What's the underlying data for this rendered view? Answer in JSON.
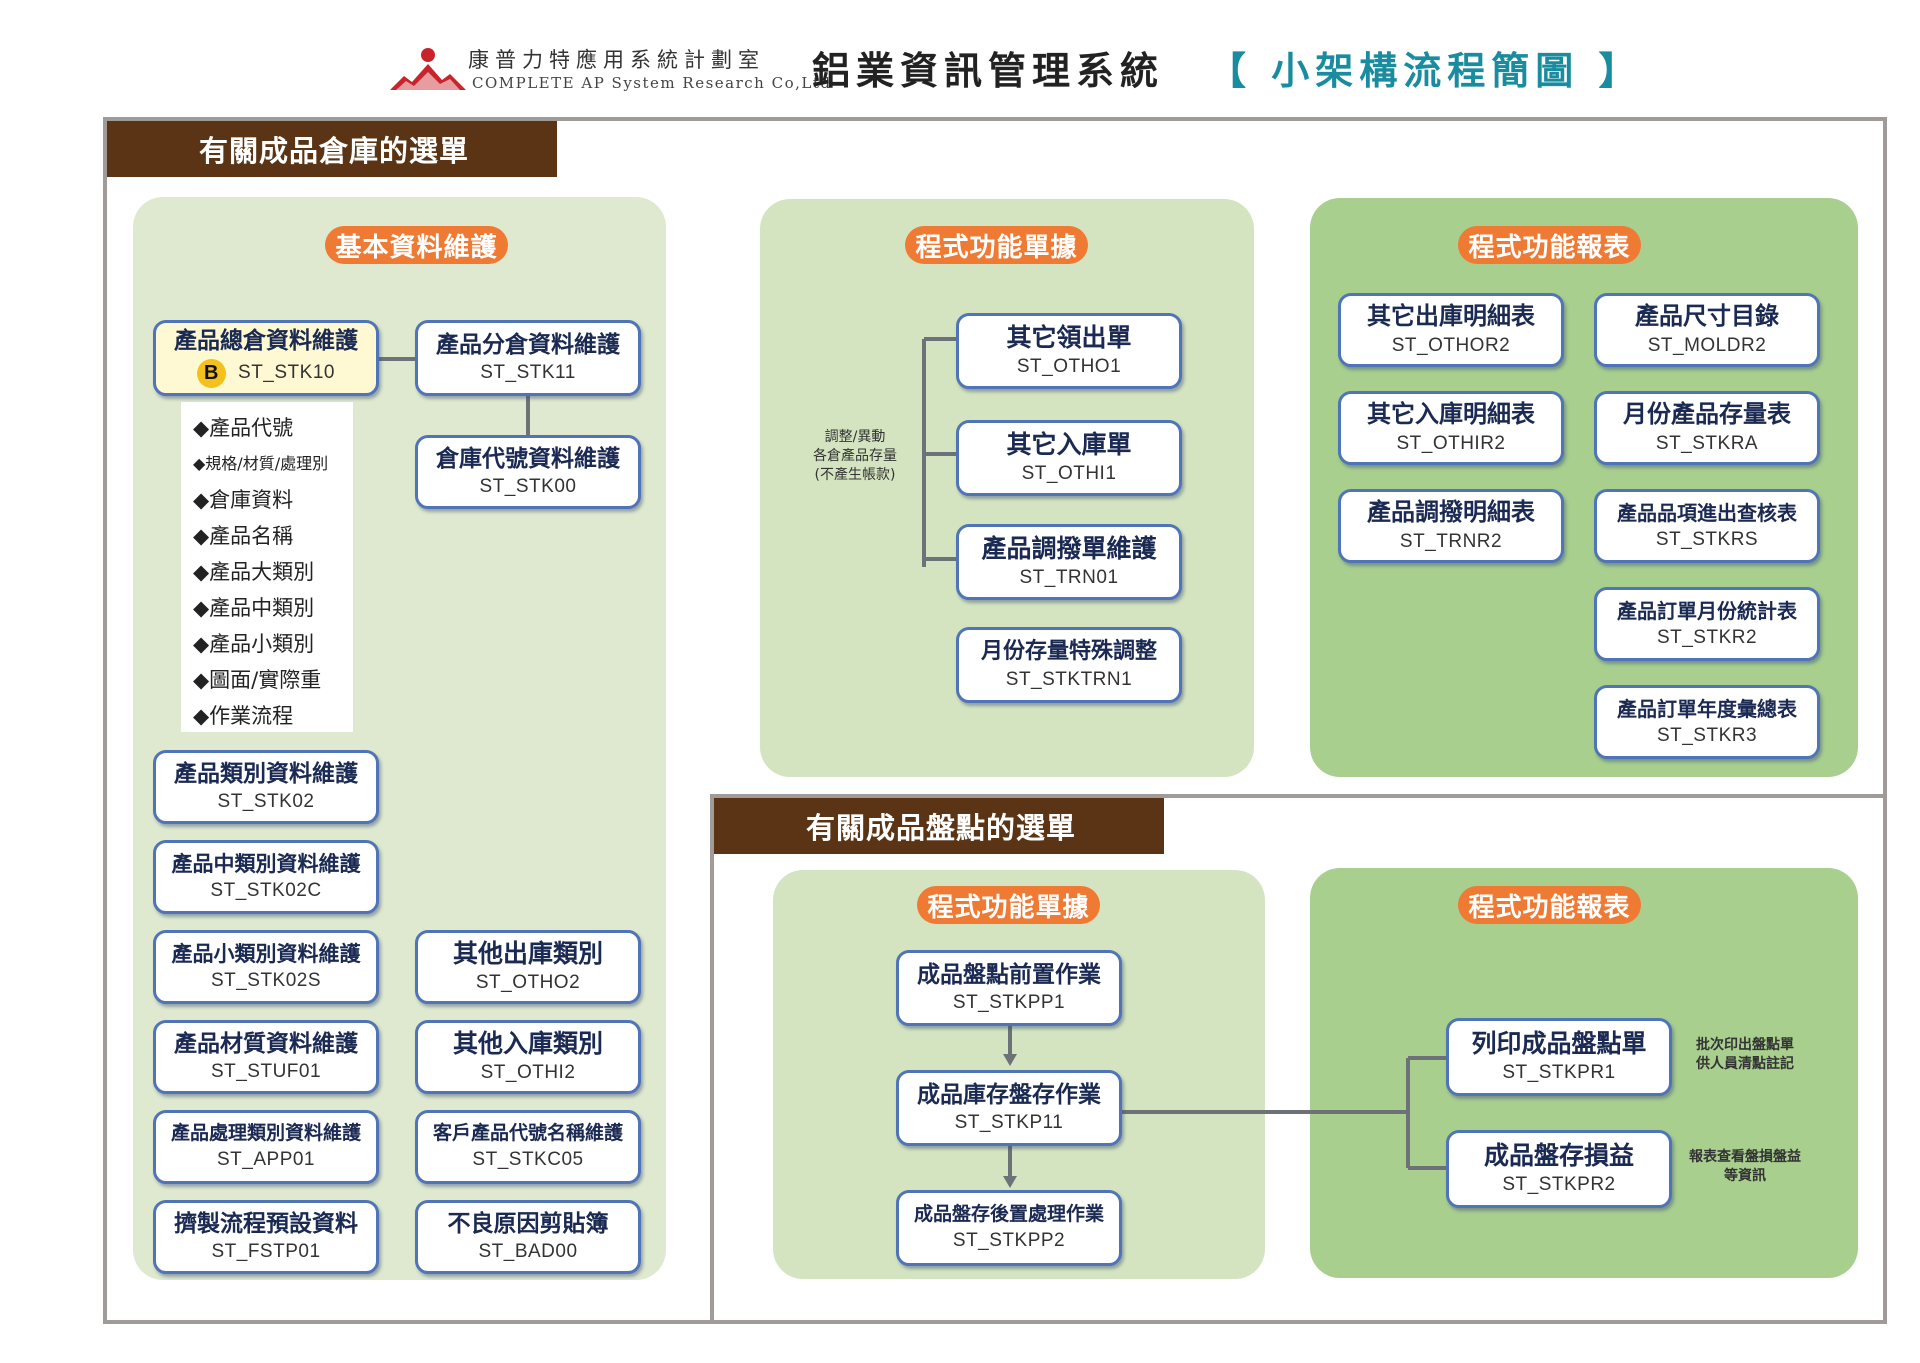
{
  "header": {
    "company_name": "康普力特應用系統計劃室",
    "company_name_en": "COMPLETE AP System Research Co,Ltd",
    "system_name": "鋁業資訊管理系統",
    "diagram_title": "【 小架構流程簡圖 】"
  },
  "colors": {
    "section_title_bg": "#5a3414",
    "pill_bg": "#ef7a34",
    "box_border": "#4f74b7",
    "panel_light": "#dfe9cf",
    "panel_dark": "#a8cf8e",
    "title_accent": "#1a8ca0",
    "logo_red": "#c9242b"
  },
  "icons": {
    "logo": "mountain-sun-logo-icon",
    "badge": "letter-b-badge-icon"
  },
  "warehouse_section": {
    "title": "有關成品倉庫的選單",
    "basic": {
      "pill": "基本資料維護",
      "main_box": {
        "title": "產品總倉資料維護",
        "code": "ST_STK10",
        "badge": "B"
      },
      "attributes": [
        "◆產品代號",
        "◆規格/材質/處理別",
        "◆倉庫資料",
        "◆產品名稱",
        "◆產品大類別",
        "◆產品中類別",
        "◆產品小類別",
        "◆圖面/實際重",
        "◆作業流程"
      ],
      "left_items": [
        {
          "title": "產品類別資料維護",
          "code": "ST_STK02"
        },
        {
          "title": "產品中類別資料維護",
          "code": "ST_STK02C"
        },
        {
          "title": "產品小類別資料維護",
          "code": "ST_STK02S"
        },
        {
          "title": "產品材質資料維護",
          "code": "ST_STUF01"
        },
        {
          "title": "產品處理類別資料維護",
          "code": "ST_APP01"
        },
        {
          "title": "擠製流程預設資料",
          "code": "ST_FSTP01"
        }
      ],
      "right_items": [
        {
          "title": "產品分倉資料維護",
          "code": "ST_STK11"
        },
        {
          "title": "倉庫代號資料維護",
          "code": "ST_STK00"
        },
        {
          "title": "其他出庫類別",
          "code": "ST_OTHO2"
        },
        {
          "title": "其他入庫類別",
          "code": "ST_OTHI2"
        },
        {
          "title": "客戶產品代號名稱維護",
          "code": "ST_STKC05"
        },
        {
          "title": "不良原因剪貼簿",
          "code": "ST_BAD00"
        }
      ]
    },
    "documents": {
      "pill": "程式功能單據",
      "note": [
        "調整/異動",
        "各倉產品存量",
        "(不產生帳款)"
      ],
      "items": [
        {
          "title": "其它領出單",
          "code": "ST_OTHO1"
        },
        {
          "title": "其它入庫單",
          "code": "ST_OTHI1"
        },
        {
          "title": "產品調撥單維護",
          "code": "ST_TRN01"
        },
        {
          "title": "月份存量特殊調整",
          "code": "ST_STKTRN1"
        }
      ]
    },
    "reports": {
      "pill": "程式功能報表",
      "left_items": [
        {
          "title": "其它出庫明細表",
          "code": "ST_OTHOR2"
        },
        {
          "title": "其它入庫明細表",
          "code": "ST_OTHIR2"
        },
        {
          "title": "產品調撥明細表",
          "code": "ST_TRNR2"
        }
      ],
      "right_items": [
        {
          "title": "產品尺寸目錄",
          "code": "ST_MOLDR2"
        },
        {
          "title": "月份產品存量表",
          "code": "ST_STKRA"
        },
        {
          "title": "產品品項進出查核表",
          "code": "ST_STKRS"
        },
        {
          "title": "產品訂單月份統計表",
          "code": "ST_STKR2"
        },
        {
          "title": "產品訂單年度彙總表",
          "code": "ST_STKR3"
        }
      ]
    }
  },
  "inventory_section": {
    "title": "有關成品盤點的選單",
    "documents": {
      "pill": "程式功能單據",
      "items": [
        {
          "title": "成品盤點前置作業",
          "code": "ST_STKPP1"
        },
        {
          "title": "成品庫存盤存作業",
          "code": "ST_STKP11"
        },
        {
          "title": "成品盤存後置處理作業",
          "code": "ST_STKPP2"
        }
      ]
    },
    "reports": {
      "pill": "程式功能報表",
      "items": [
        {
          "title": "列印成品盤點單",
          "code": "ST_STKPR1",
          "note": [
            "批次印出盤點單",
            "供人員清點註記"
          ]
        },
        {
          "title": "成品盤存損益",
          "code": "ST_STKPR2",
          "note": [
            "報表查看盤損盤益",
            "等資訊"
          ]
        }
      ]
    }
  }
}
